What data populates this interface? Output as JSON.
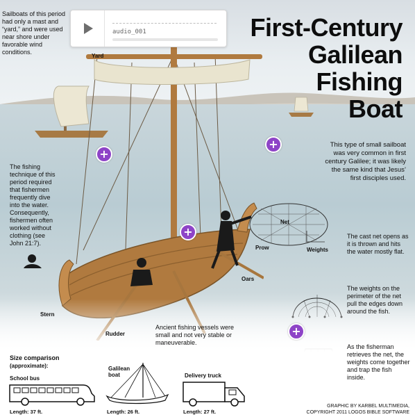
{
  "audio": {
    "name": "audio_001",
    "progress": 0.0,
    "play_icon": "play-icon"
  },
  "title": {
    "line1": "First-Century",
    "line2": "Galilean",
    "line3": "Fishing",
    "line4": "Boat"
  },
  "captions": {
    "sailboats": "Sailboats of this period had only a mast and “yard,” and were used near shore under favorable wind conditions.",
    "intro": "This type of small sailboat was very common in first century Galilee; it was likely the same kind that Jesus’ first disciples used.",
    "technique": "The fishing technique of this period required that fishermen frequently dive into the water. Consequently, fishermen often worked without clothing (see John 21:7).",
    "net_opens": "The cast net opens as it is thrown and hits the water mostly flat.",
    "weights_perimeter": "The weights on the perimeter of the net pull the edges down around the fish.",
    "retrieves": "As the fisherman retrieves the net, the weights come together and trap the fish inside.",
    "ancient": "Ancient fishing vessels were small and not very stable or maneuverable."
  },
  "labels": {
    "yard": "Yard",
    "net": "Net",
    "weights": "Weights",
    "prow": "Prow",
    "oars": "Oars",
    "stern": "Stern",
    "rudder": "Rudder"
  },
  "size": {
    "heading": "Size comparison",
    "subheading": "(approximate):",
    "items": [
      {
        "name": "School bus",
        "length": "Length: 37 ft."
      },
      {
        "name": "Galilean\nboat",
        "length": "Length: 26 ft."
      },
      {
        "name": "Delivery truck",
        "length": "Length: 27 ft."
      }
    ]
  },
  "credit": {
    "line1": "GRAPHIC BY KARBEL MULTIMEDIA,",
    "line2": "COPYRIGHT 2011 LOGOS BIBLE SOFTWARE"
  },
  "hotspots": [
    "+",
    "+",
    "+",
    "+"
  ],
  "colors": {
    "hotspot": "#8e44c7",
    "wood": "#b07a3f",
    "sail": "#e9e4cf",
    "water": "#bfd0d6"
  }
}
